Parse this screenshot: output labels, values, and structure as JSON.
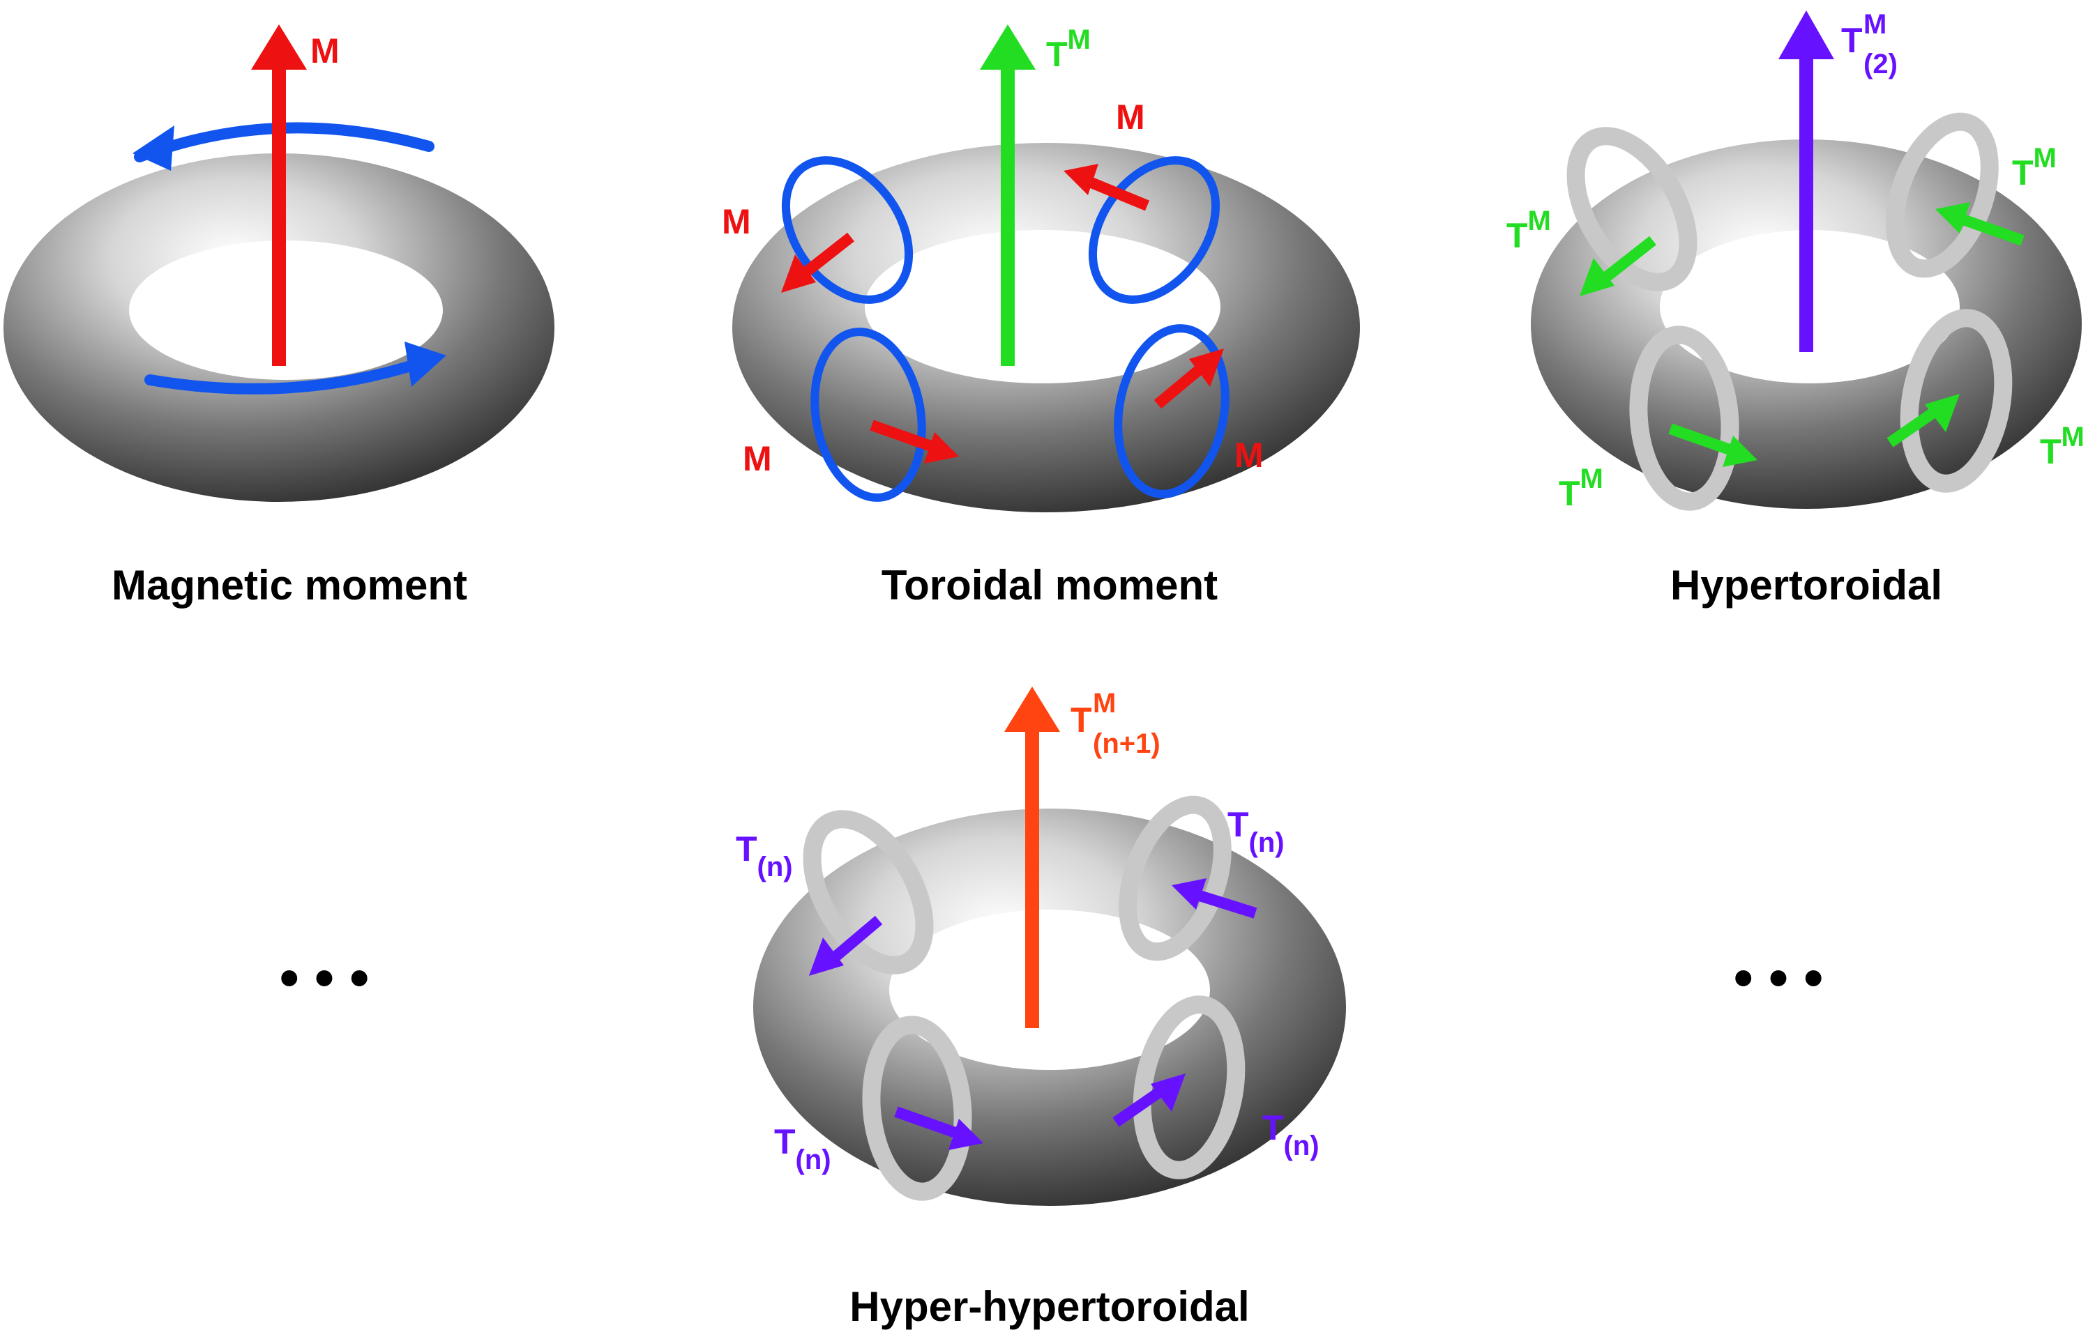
{
  "panels": [
    {
      "caption": "Magnetic moment",
      "moment": {
        "base": "M",
        "sup": "",
        "sub": ""
      },
      "arrow_color": "#ee1111",
      "loop_color": "#1155ee"
    },
    {
      "caption": "Toroidal moment",
      "moment": {
        "base": "T",
        "sup": "M",
        "sub": ""
      },
      "arrow_color": "#22dd22",
      "component": {
        "base": "M",
        "sup": "",
        "sub": ""
      },
      "component_color": "#ee1111",
      "loop_color": "#1155ee"
    },
    {
      "caption": "Hypertoroidal",
      "moment": {
        "base": "T",
        "sup": "M",
        "sub": "(2)"
      },
      "arrow_color": "#6611ff",
      "component": {
        "base": "T",
        "sup": "M",
        "sub": ""
      },
      "component_color": "#22dd22"
    },
    {
      "caption": "Hyper-hypertoroidal",
      "moment": {
        "base": "T",
        "sup": "M",
        "sub": "(n+1)"
      },
      "arrow_color": "#ff4411",
      "component": {
        "base": "T",
        "sup": "",
        "sub": "(n)"
      },
      "component_color": "#6611ff"
    }
  ],
  "ellipsis_left": "• • •",
  "ellipsis_right": "• • •"
}
